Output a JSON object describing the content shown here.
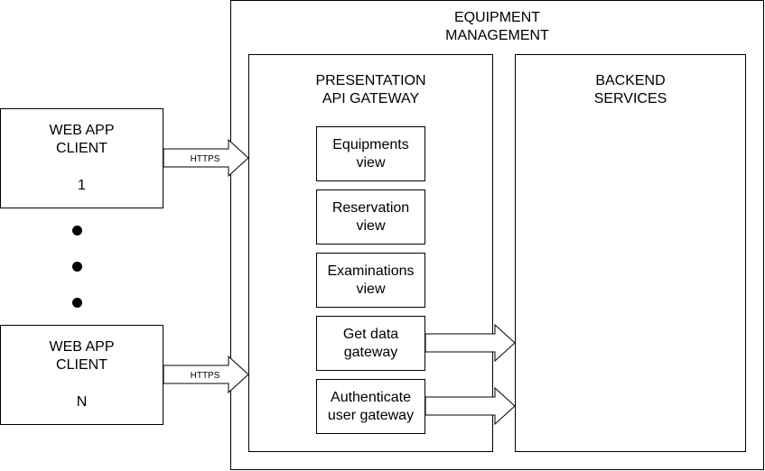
{
  "equipment_management": {
    "title": "EQUIPMENT\nMANAGEMENT"
  },
  "presentation": {
    "title": "PRESENTATION\nAPI GATEWAY",
    "views": [
      {
        "label": "Equipments\nview"
      },
      {
        "label": "Reservation\nview"
      },
      {
        "label": "Examinations\nview"
      },
      {
        "label": "Get data\ngateway"
      },
      {
        "label": "Authenticate\nuser gateway"
      }
    ]
  },
  "backend": {
    "title": "BACKEND\nSERVICES"
  },
  "clients": [
    {
      "title": "WEB APP\nCLIENT",
      "id": "1"
    },
    {
      "title": "WEB APP\nCLIENT",
      "id": "N"
    }
  ],
  "connections": {
    "protocol": "HTTPS"
  }
}
